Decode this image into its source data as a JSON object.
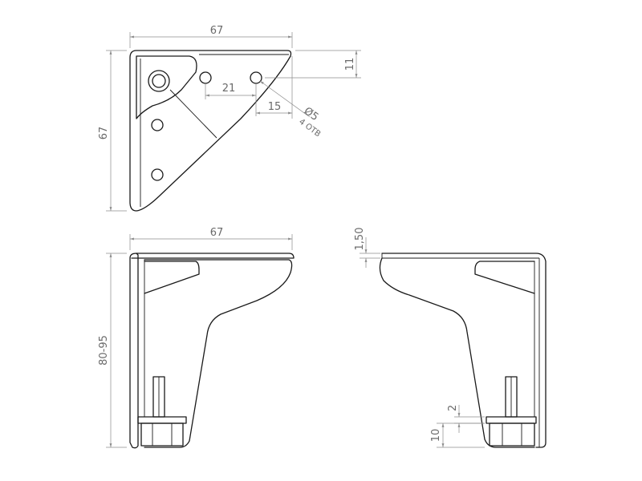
{
  "top_view": {
    "width_label": "67",
    "height_label": "67",
    "offset_label": "11",
    "spacing_21_label": "21",
    "spacing_15_label": "15",
    "hole_diameter_label": "Ø5",
    "hole_count_label": "4 ОТВ"
  },
  "front_view": {
    "width_label": "67",
    "height_label": "80-95"
  },
  "side_view": {
    "thickness_label": "1,50",
    "gap_label": "2",
    "nut_height_label": "10"
  }
}
